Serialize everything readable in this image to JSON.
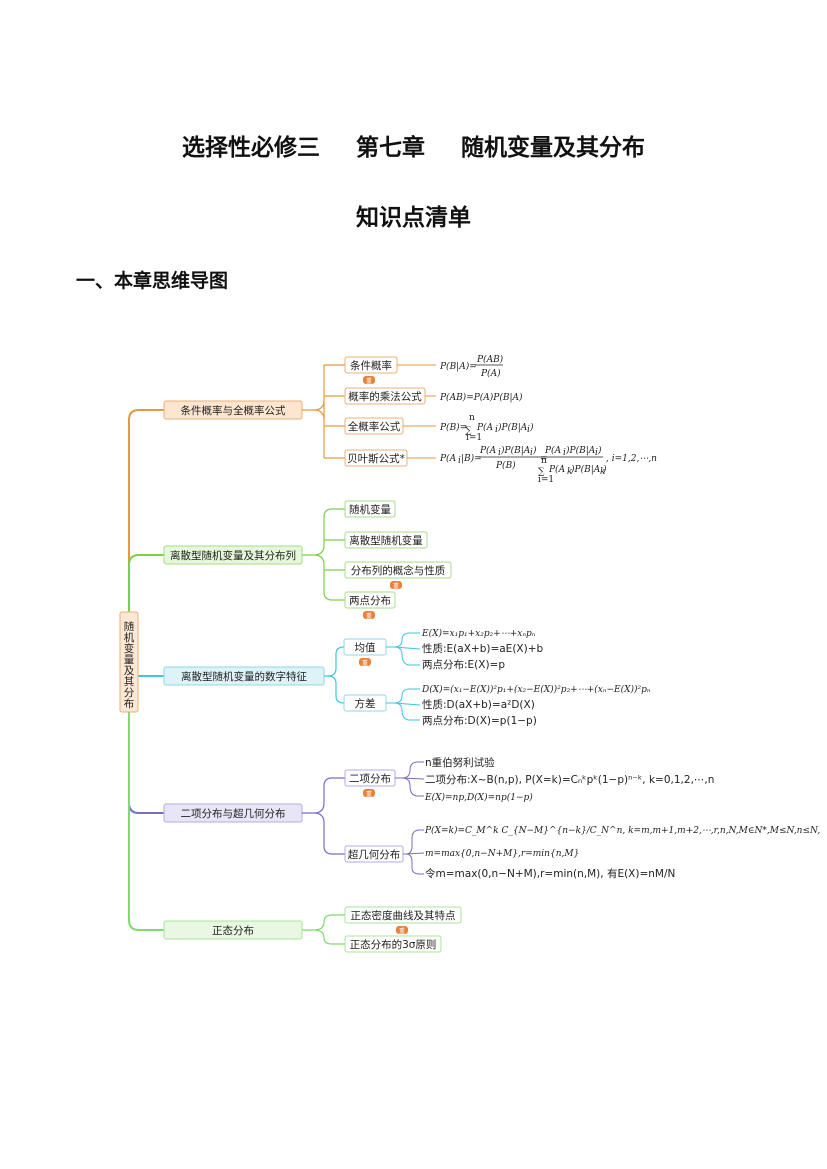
{
  "title": {
    "part1": "选择性必修三",
    "part2": "第七章",
    "part3": "随机变量及其分布",
    "subtitle": "知识点清单"
  },
  "section_heading": "一、本章思维导图",
  "mindmap": {
    "root": "随机变量及其分布",
    "branches": [
      {
        "label": "条件概率与全概率公式",
        "color": "#e59a3a",
        "items": [
          {
            "label": "条件概率",
            "formula": "P(B|A)=P(AB)/P(A)",
            "badge": true
          },
          {
            "label": "概率的乘法公式",
            "formula": "P(AB)=P(A)P(B|A)"
          },
          {
            "label": "全概率公式",
            "formula": "P(B)=∑_{i=1}^{n} P(A_i)P(B|A_i)"
          },
          {
            "label": "贝叶斯公式*",
            "formula": "P(A_i|B)=P(A_i)P(B|A_i)/P(B)=P(A_i)P(B|A_i)/∑_{k=1}^{n}P(A_k)P(B|A_k), i=1,2,⋯,n"
          }
        ]
      },
      {
        "label": "离散型随机变量及其分布列",
        "color": "#7ccf4a",
        "items": [
          {
            "label": "随机变量"
          },
          {
            "label": "离散型随机变量"
          },
          {
            "label": "分布列的概念与性质",
            "badge": true
          },
          {
            "label": "两点分布",
            "badge": true
          }
        ]
      },
      {
        "label": "离散型随机变量的数字特征",
        "color": "#3ec6e0",
        "items": [
          {
            "label": "均值",
            "badge": true,
            "formulas": [
              "E(X)=x₁p₁+x₂p₂+⋯+xₙpₙ",
              "性质:E(aX+b)=aE(X)+b",
              "两点分布:E(X)=p"
            ]
          },
          {
            "label": "方差",
            "formulas": [
              "D(X)=(x₁−E(X))²p₁+(x₂−E(X))²p₂+⋯+(xₙ−E(X))²pₙ",
              "性质:D(aX+b)=a²D(X)",
              "两点分布:D(X)=p(1−p)"
            ]
          }
        ]
      },
      {
        "label": "二项分布与超几何分布",
        "color": "#7b6cc4",
        "items": [
          {
            "label": "二项分布",
            "badge": true,
            "formulas": [
              "n重伯努利试验",
              "二项分布:X~B(n,p), P(X=k)=Cₙᵏpᵏ(1−p)ⁿ⁻ᵏ, k=0,1,2,⋯,n",
              "E(X)=np,D(X)=np(1−p)"
            ]
          },
          {
            "label": "超几何分布",
            "formulas": [
              "P(X=k)=C_M^k C_{N−M}^{n−k}/C_N^n, k=m,m+1,m+2,⋯,r,n,N,M∈N*,M≤N,n≤N,",
              "m=max{0,n−N+M},r=min{n,M}",
              "令m=max(0,n−N+M),r=min(n,M), 有E(X)=nM/N"
            ]
          }
        ]
      },
      {
        "label": "正态分布",
        "color": "#7ddc6a",
        "items": [
          {
            "label": "正态密度曲线及其特点",
            "badge": true
          },
          {
            "label": "正态分布的3σ原则"
          }
        ]
      }
    ],
    "badge_text": "重"
  }
}
